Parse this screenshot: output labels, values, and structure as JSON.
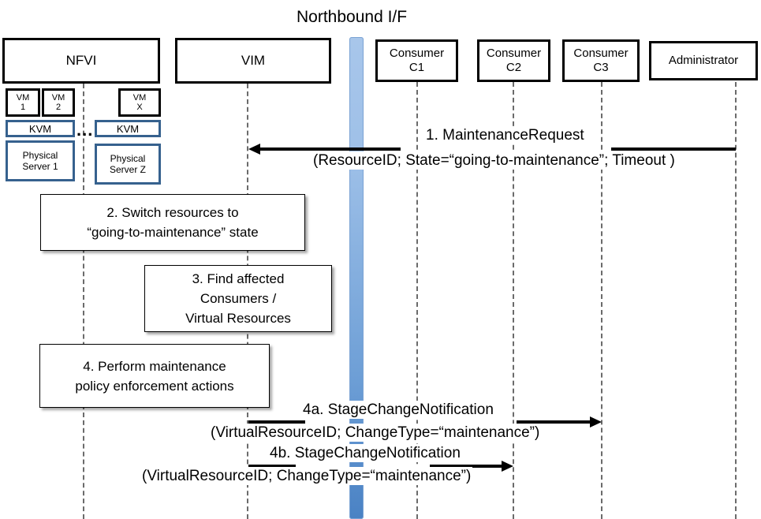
{
  "diagram": {
    "title": "Northbound I/F",
    "participants": [
      {
        "id": "nfvi",
        "label": "NFVI"
      },
      {
        "id": "vim",
        "label": "VIM"
      },
      {
        "id": "c1",
        "label": "Consumer\nC1"
      },
      {
        "id": "c2",
        "label": "Consumer\nC2"
      },
      {
        "id": "c3",
        "label": "Consumer\nC3"
      },
      {
        "id": "admin",
        "label": "Administrator"
      }
    ],
    "participant_labels": {
      "nfvi": "NFVI",
      "vim": "VIM",
      "c1_line1": "Consumer",
      "c1_line2": "C1",
      "c2_line1": "Consumer",
      "c2_line2": "C2",
      "c3_line1": "Consumer",
      "c3_line2": "C3",
      "admin": "Administrator"
    },
    "infrastructure": {
      "vm1_line1": "VM",
      "vm1_line2": "1",
      "vm2_line1": "VM",
      "vm2_line2": "2",
      "vmx_line1": "VM",
      "vmx_line2": "X",
      "kvm_left": "KVM",
      "kvm_right": "KVM",
      "server_left_line1": "Physical",
      "server_left_line2": "Server 1",
      "server_right_line1": "Physical",
      "server_right_line2": "Server Z",
      "ellipsis": "..."
    },
    "process_steps": [
      {
        "num": "2",
        "line1": "2. Switch resources to",
        "line2": "“going-to-maintenance” state"
      },
      {
        "num": "3",
        "line1": "3. Find affected",
        "line2": "Consumers /",
        "line3": "Virtual Resources"
      },
      {
        "num": "4",
        "line1": "4. Perform maintenance",
        "line2": "policy enforcement actions"
      }
    ],
    "messages": [
      {
        "id": "m1",
        "number": "1.",
        "name": "MaintenanceRequest",
        "params": "(ResourceID; State=“going-to-maintenance”; Timeout )",
        "from": "admin",
        "to": "vim",
        "direction": "left"
      },
      {
        "id": "m4a",
        "number": "4a.",
        "name": "4a. StageChangeNotification",
        "params": "(VirtualResourceID; ChangeType=“maintenance”)",
        "from": "vim",
        "to": "c3",
        "direction": "right"
      },
      {
        "id": "m4b",
        "number": "4b.",
        "name": "4b. StageChangeNotification",
        "params": "(VirtualResourceID; ChangeType=“maintenance”)",
        "from": "vim",
        "to": "c2",
        "direction": "right"
      }
    ],
    "message_text": {
      "m1_label": "1.    MaintenanceRequest",
      "m1_params": "(ResourceID; State=“going-to-maintenance”; Timeout )",
      "m4a_label": "4a. StageChangeNotification",
      "m4a_params": "(VirtualResourceID; ChangeType=“maintenance”)",
      "m4b_label": "4b. StageChangeNotification",
      "m4b_params": "(VirtualResourceID; ChangeType=“maintenance”)"
    },
    "colors": {
      "box_border": "#000000",
      "infra_blue": "#36618E",
      "northbound_bar_top": "#A8C6EA",
      "northbound_bar_bottom": "#4A82C4",
      "lifeline": "#6B6B6B",
      "background": "#FFFFFF"
    }
  }
}
